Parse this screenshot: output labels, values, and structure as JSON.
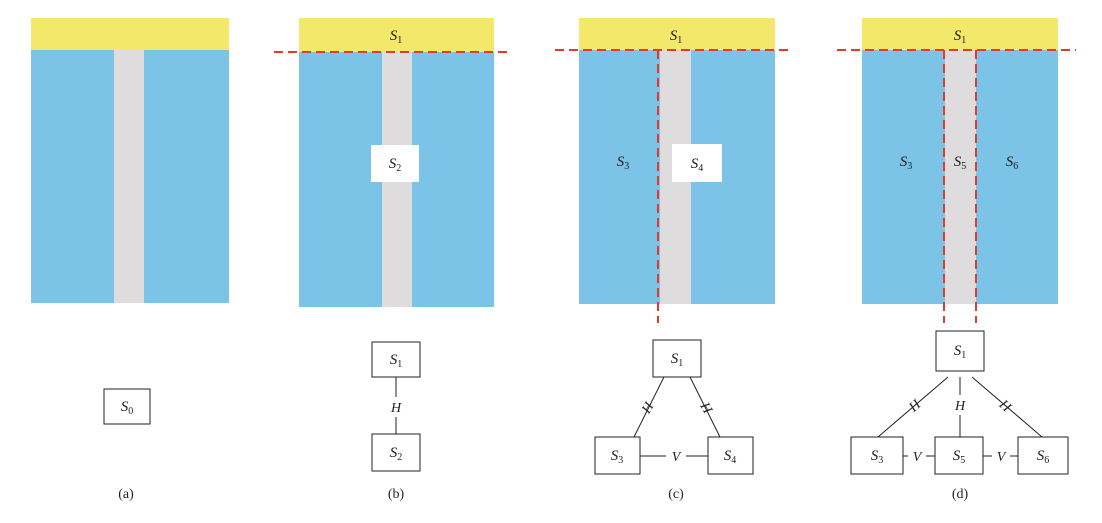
{
  "colors": {
    "top_band": "#f3e86a",
    "body": "#7cc3e8",
    "stripe": "#dedcdc",
    "cut_line": "#e23b2e"
  },
  "panels": [
    {
      "caption": "(a)",
      "region_labels": [],
      "tree": {
        "nodes": [
          {
            "base": "S",
            "sub": "0"
          }
        ],
        "edges": []
      }
    },
    {
      "caption": "(b)",
      "region_labels": [
        {
          "base": "S",
          "sub": "1"
        },
        {
          "base": "S",
          "sub": "2"
        }
      ],
      "tree": {
        "nodes": [
          {
            "base": "S",
            "sub": "1"
          },
          {
            "base": "S",
            "sub": "2"
          }
        ],
        "edges": [
          {
            "label": "H"
          }
        ]
      }
    },
    {
      "caption": "(c)",
      "region_labels": [
        {
          "base": "S",
          "sub": "1"
        },
        {
          "base": "S",
          "sub": "3"
        },
        {
          "base": "S",
          "sub": "4"
        }
      ],
      "tree": {
        "nodes": [
          {
            "base": "S",
            "sub": "1"
          },
          {
            "base": "S",
            "sub": "3"
          },
          {
            "base": "S",
            "sub": "4"
          }
        ],
        "edges": [
          {
            "label": "H"
          },
          {
            "label": "H"
          },
          {
            "label": "V"
          }
        ]
      }
    },
    {
      "caption": "(d)",
      "region_labels": [
        {
          "base": "S",
          "sub": "1"
        },
        {
          "base": "S",
          "sub": "3"
        },
        {
          "base": "S",
          "sub": "5"
        },
        {
          "base": "S",
          "sub": "6"
        }
      ],
      "tree": {
        "nodes": [
          {
            "base": "S",
            "sub": "1"
          },
          {
            "base": "S",
            "sub": "3"
          },
          {
            "base": "S",
            "sub": "5"
          },
          {
            "base": "S",
            "sub": "6"
          }
        ],
        "edges": [
          {
            "label": "H"
          },
          {
            "label": "H"
          },
          {
            "label": "H"
          },
          {
            "label": "V"
          },
          {
            "label": "V"
          }
        ]
      }
    }
  ]
}
